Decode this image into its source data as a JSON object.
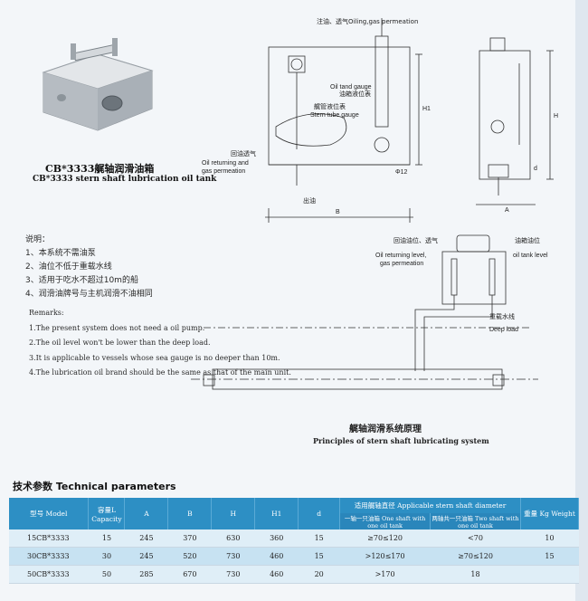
{
  "product": {
    "title_cn": "CB*3333艉轴润滑油箱",
    "title_en": "CB*3333 stern shaft lubrication oil tank"
  },
  "diagram_main": {
    "oiling_label": "注油、透气Oiling,gas permeation",
    "gauge_cn": "油箱液位表",
    "gauge_en": "Oil tand gauge",
    "stern_gauge_cn": "艉管液位表",
    "stern_gauge_en": "Stern tube gauge",
    "return_cn": "回油透气",
    "return_en_1": "Oil returning and",
    "return_en_2": "gas permeation",
    "outlet_cn": "出油",
    "dim_h1": "H1",
    "dim_b": "B",
    "dim_phi": "Φ12"
  },
  "diagram_side": {
    "dim_h": "H",
    "dim_a": "A",
    "dim_d": "d"
  },
  "diagram_principle": {
    "return_level_cn": "回油油位、透气",
    "return_level_en_1": "Oil returning level,",
    "return_level_en_2": "gas permeation",
    "tank_level_cn": "油箱油位",
    "tank_level_en": "oil tank level",
    "deep_load_cn": "重载水线",
    "deep_load_en": "Deep load",
    "caption_cn": "艉轴润滑系统原理",
    "caption_en": "Principles of stern shaft lubricating system"
  },
  "notes": {
    "heading_cn": "说明：",
    "items_cn": [
      "1、本系统不需油泵",
      "2、油位不低于重载水线",
      "3、适用于吃水不超过10m的船",
      "4、润滑油牌号与主机润滑不油相同"
    ],
    "heading_en": "Remarks:",
    "items_en": [
      "1.The present system does not need a oil pump.",
      "2.The oil level won't be lower than the deep load.",
      "3.It is applicable to vessels whose sea gauge is no deeper than 10m.",
      "4.The lubrication oil brand should be the same as that of the main unit."
    ]
  },
  "tech": {
    "title": "技术参数  Technical parameters",
    "headers": {
      "model": "型号 Model",
      "capacity": "容量L Capacity",
      "a": "A",
      "b": "B",
      "h": "H",
      "h1": "H1",
      "d": "d",
      "diameter": "适用艉轴直径 Applicable stern shaft diameter",
      "one_shaft": "一轴一只油箱 One shaft with one oil tank",
      "two_shaft": "两轴共一只油箱 Two shaft with one oil tank",
      "weight": "重量 Kg Weight"
    },
    "rows": [
      {
        "model": "15CB*3333",
        "capacity": "15",
        "a": "245",
        "b": "370",
        "h": "630",
        "h1": "360",
        "d": "15",
        "one": "≥70≤120",
        "two": "<70",
        "weight": "10"
      },
      {
        "model": "30CB*3333",
        "capacity": "30",
        "a": "245",
        "b": "520",
        "h": "730",
        "h1": "460",
        "d": "15",
        "one": ">120≤170",
        "two": "≥70≤120",
        "weight": "15"
      },
      {
        "model": "50CB*3333",
        "capacity": "50",
        "a": "285",
        "b": "670",
        "h": "730",
        "h1": "460",
        "d": "20",
        "one": ">170",
        "two": "18",
        "weight": ""
      }
    ]
  },
  "colors": {
    "table_header": "#2d8fc4",
    "row_light": "#dfeef7",
    "row_dark": "#c7e2f2"
  }
}
